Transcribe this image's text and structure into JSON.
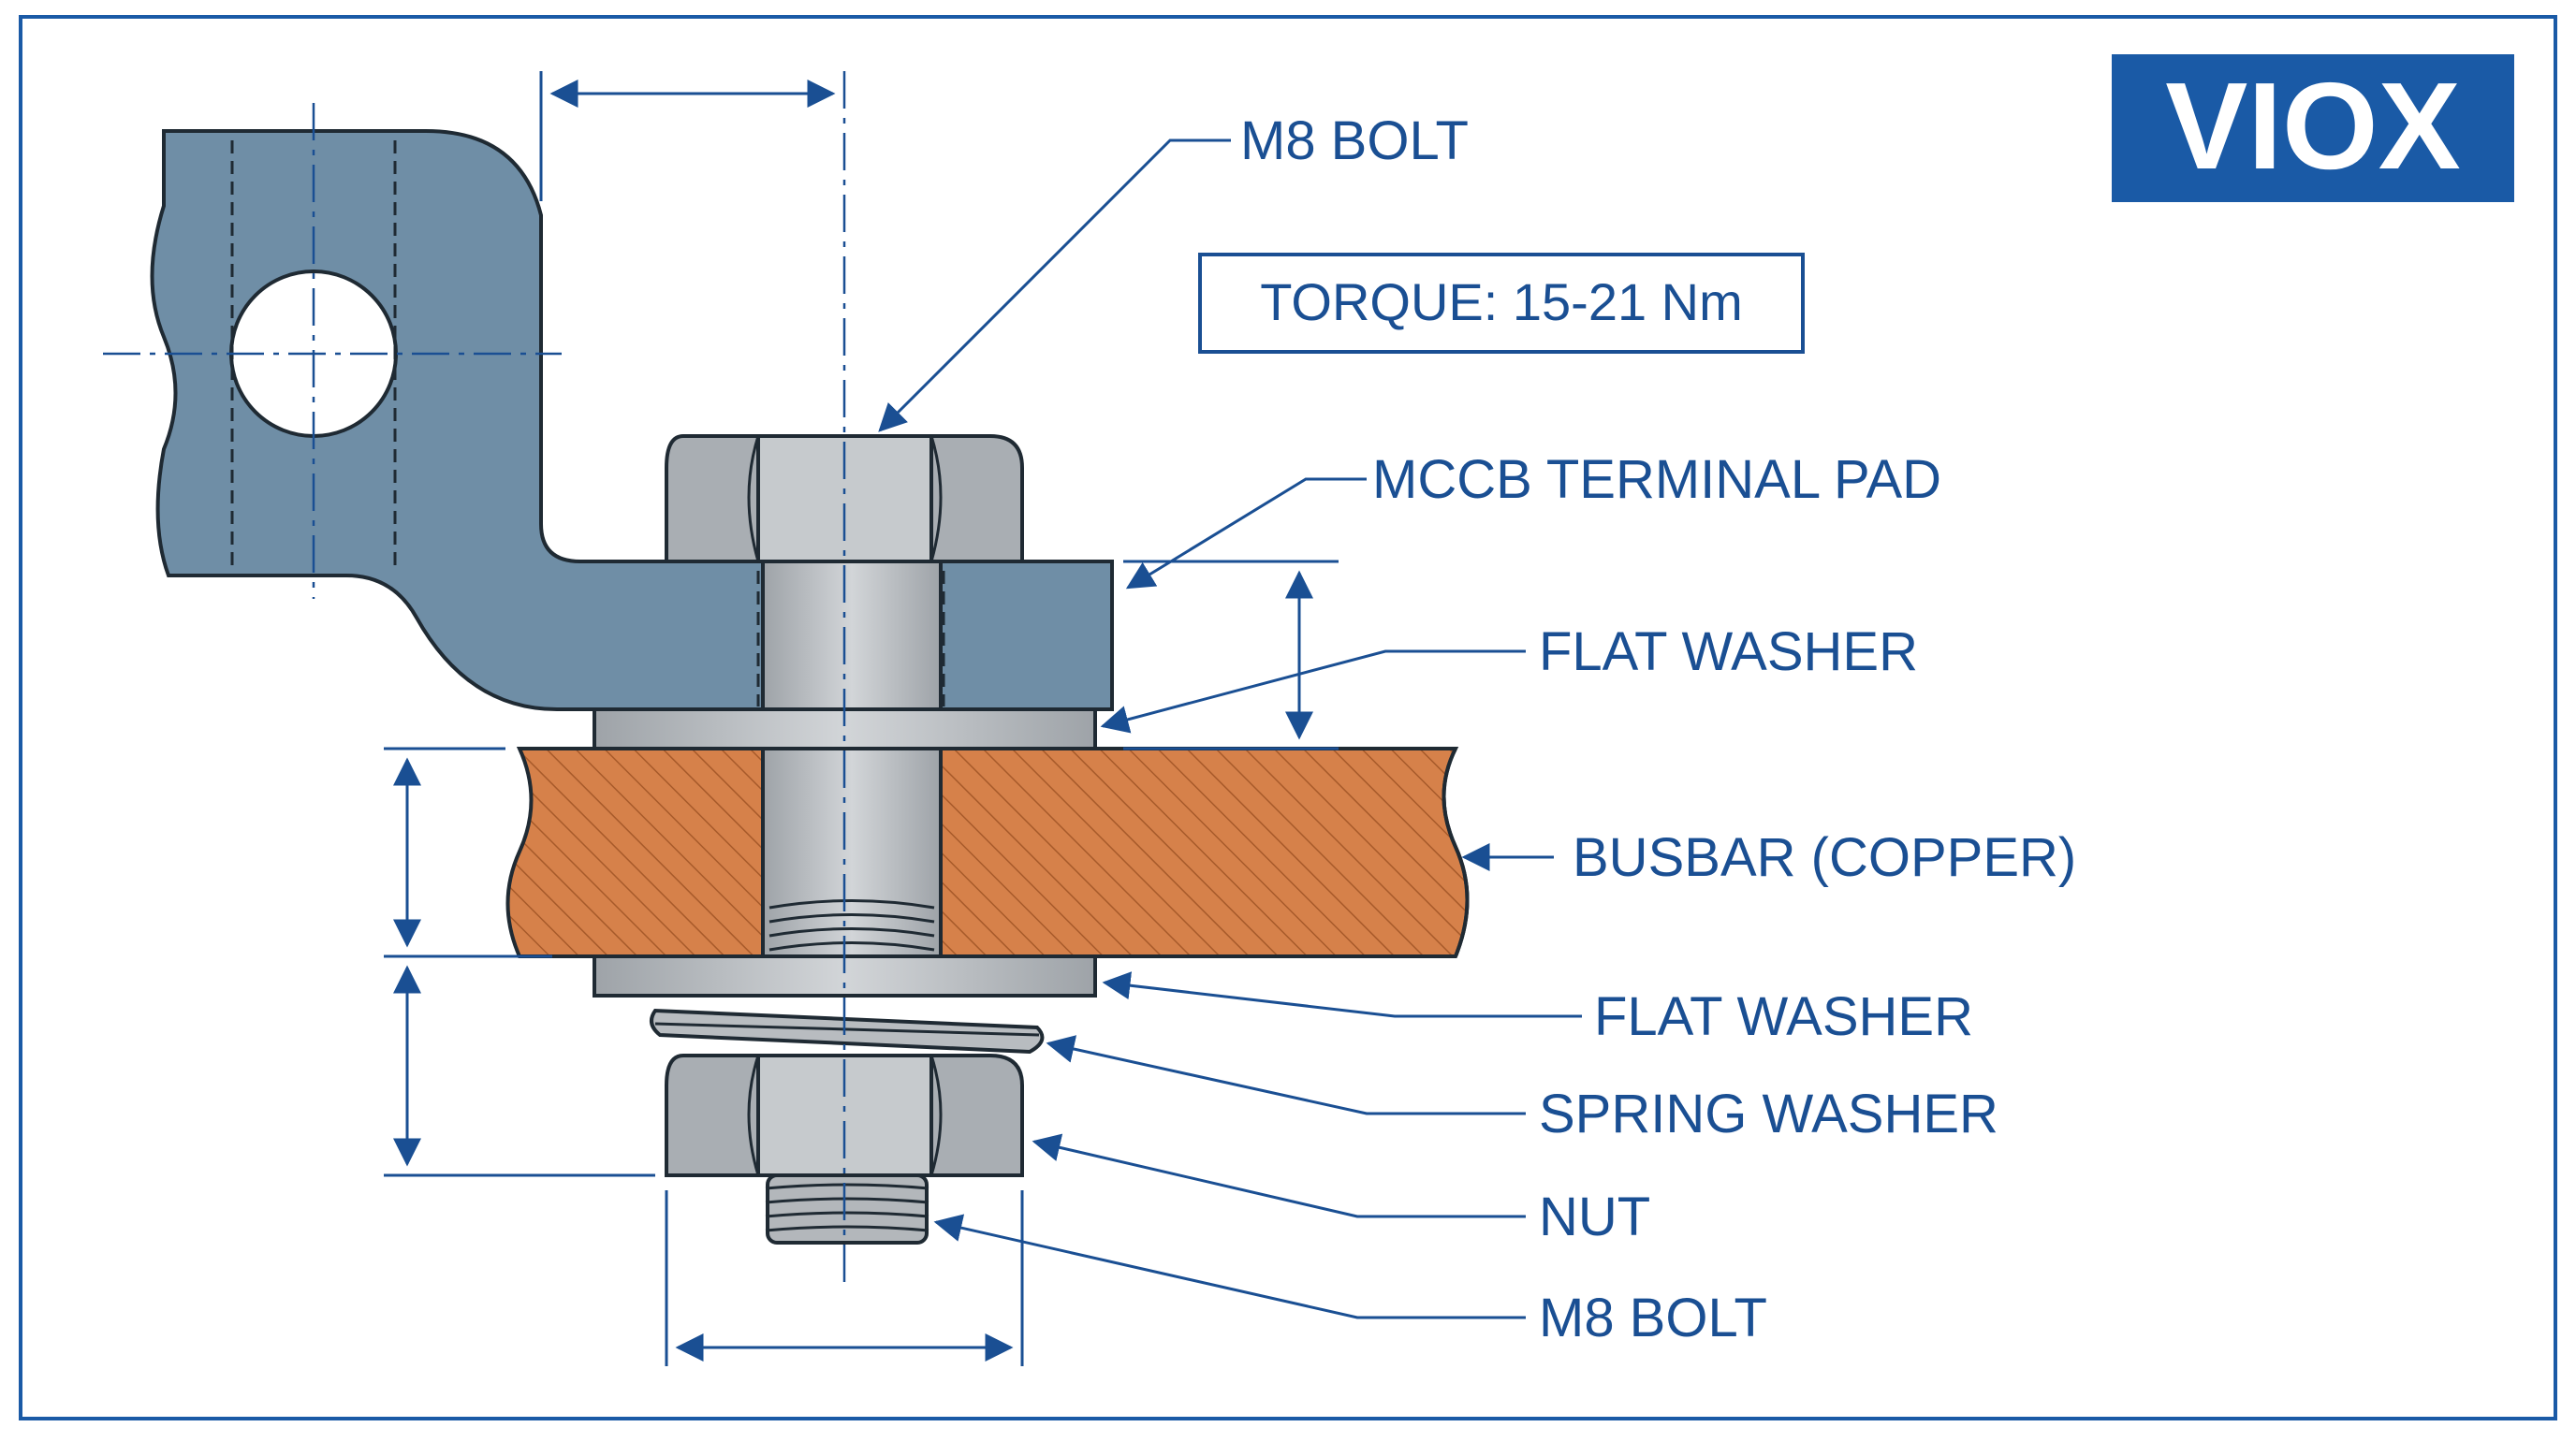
{
  "brand": {
    "logo_text": "VIOX",
    "logo_bg": "#1a5aa6",
    "logo_fg": "#ffffff"
  },
  "colors": {
    "frame": "#1a5aa6",
    "line": "#1a4f93",
    "label": "#1a4f93",
    "terminal_pad": "#6f8ea6",
    "copper": "#d6814a",
    "copper_hatch": "#a75a2a",
    "steel": "#b8bcc0",
    "steel_dark": "#8d9297",
    "outline": "#1f2a33"
  },
  "torque_box": {
    "text": "TORQUE: 15-21 Nm"
  },
  "labels": {
    "bolt_top": "M8 BOLT",
    "terminal_pad": "MCCB TERMINAL PAD",
    "flat_washer_top": "FLAT WASHER",
    "busbar": "BUSBAR (COPPER)",
    "flat_washer_bottom": "FLAT WASHER",
    "spring_washer": "SPRING WASHER",
    "nut": "NUT",
    "bolt_bottom": "M8 BOLT"
  }
}
